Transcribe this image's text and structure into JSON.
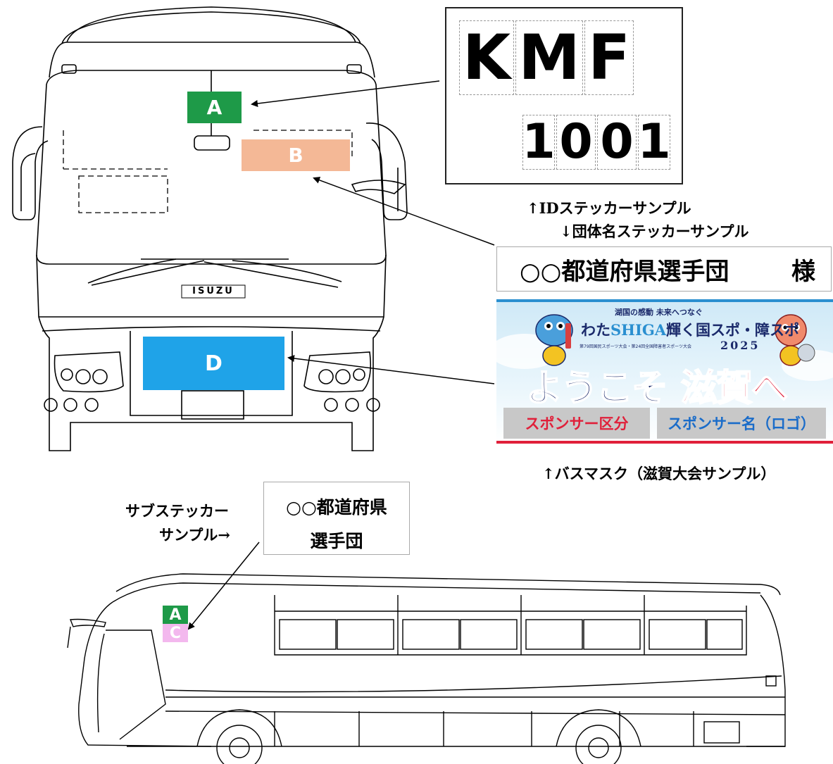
{
  "markers": {
    "a": "A",
    "b": "B",
    "d": "D",
    "side_a": "A",
    "side_c": "C",
    "color_a": "#1e9a48",
    "color_b": "#f4b896",
    "color_c": "#f3b8ee",
    "color_d": "#1fa3e8"
  },
  "bus_front": {
    "brand": "ISUZU"
  },
  "id_sticker": {
    "letters": [
      "K",
      "M",
      "F"
    ],
    "digits": [
      "1",
      "0",
      "0",
      "1"
    ]
  },
  "captions": {
    "id_sample": "↑IDステッカーサンプル",
    "group_sample": "↓団体名ステッカーサンプル",
    "busmask_sample": "↑バスマスク（滋賀大会サンプル）",
    "sub_sample_line1": "サブステッカー",
    "sub_sample_line2": "サンプル→"
  },
  "group_sticker": {
    "name": "○○都道府県選手団",
    "honorific": "様"
  },
  "bus_mask": {
    "tagline": "湖国の感動 未来へつなぐ",
    "slogan_prefix": "わた",
    "slogan_mid": "SHIGA",
    "slogan_suffix": "輝く国スポ・障スポ",
    "year": "2025",
    "fine_print": "第79回国民スポーツ大会・第24回全国障害者スポーツ大会",
    "welcome": "ようこそ",
    "shiga": "滋賀へ",
    "sponsor_category": "スポンサー区分",
    "sponsor_name": "スポンサー名（ロゴ）",
    "colors": {
      "blue": "#1b2a6b",
      "red": "#e0203a",
      "sponsor_blue": "#1a6cc9"
    }
  },
  "sub_sticker": {
    "line1": "○○都道府県",
    "line2": "選手団"
  }
}
